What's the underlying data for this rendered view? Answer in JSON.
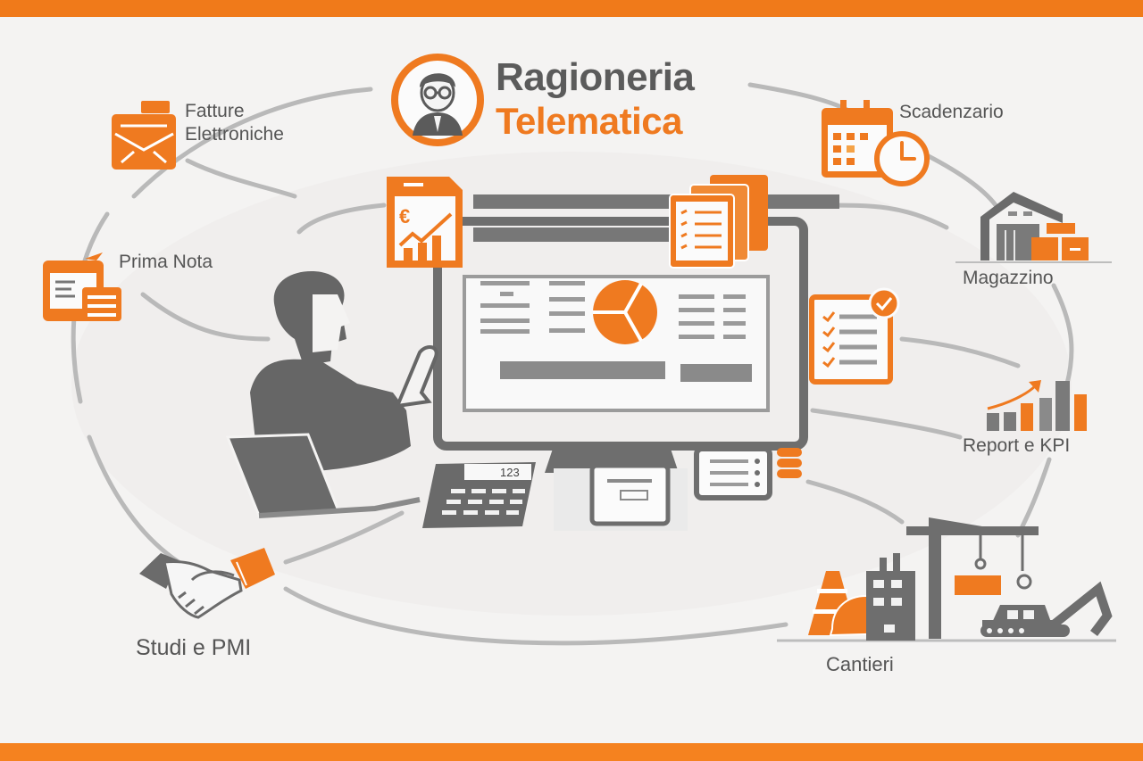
{
  "brand": {
    "line1": "Ragioneria",
    "line2": "Telematica",
    "icon": "accountant-avatar-icon"
  },
  "colors": {
    "accent": "#ef7a20",
    "dark_gray": "#5b5b5b",
    "mid_gray": "#8f8f8f",
    "light_gray": "#c8c8c8",
    "background": "#f4f3f2"
  },
  "nodes": [
    {
      "id": "fatture",
      "label_line1": "Fatture",
      "label_line2": "Elettroniche",
      "icon": "envelope-invoice-icon"
    },
    {
      "id": "prima-nota",
      "label": "Prima Nota",
      "icon": "ledger-documents-icon"
    },
    {
      "id": "scadenzario",
      "label": "Scadenzario",
      "icon": "calendar-clock-icon"
    },
    {
      "id": "magazzino",
      "label": "Magazzino",
      "icon": "warehouse-boxes-icon"
    },
    {
      "id": "report",
      "label": "Report e KPI",
      "icon": "bar-chart-growth-icon"
    },
    {
      "id": "studi",
      "label": "Studi e PMI",
      "icon": "handshake-icon"
    },
    {
      "id": "cantieri",
      "label": "Cantieri",
      "icon": "construction-site-icon"
    }
  ],
  "center": {
    "calculator_display": "123",
    "euro_symbol": "€",
    "icons": [
      "euro-growth-document-icon",
      "stacked-list-documents-icon",
      "checklist-approved-icon",
      "pie-chart-icon",
      "calculator-icon",
      "coins-icon"
    ]
  }
}
